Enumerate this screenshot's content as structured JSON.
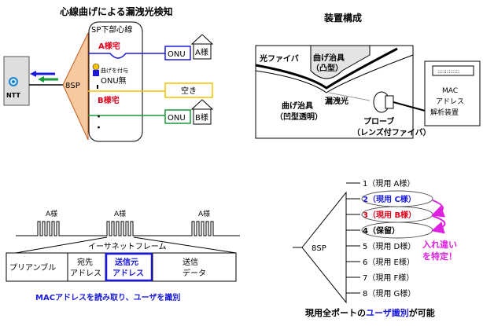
{
  "left_top": {
    "title": "心線曲げによる漏洩光検知",
    "sp_label": "SP下部心線",
    "house_a": "A様宅",
    "bend_note": "曲げを付与",
    "onu_none": "ONU無",
    "house_b": "B様宅",
    "splitter": "8SP",
    "ntt": "NTT",
    "onu": "ONU",
    "user_a": "A様",
    "empty": "空き",
    "user_b": "B様"
  },
  "right_top": {
    "title": "装置構成",
    "fiber": "光ファイバ",
    "jig_convex_1": "曲げ治具",
    "jig_convex_2": "（凸型）",
    "jig_concave_1": "曲げ治具",
    "jig_concave_2": "（凹型透明）",
    "leak": "漏洩光",
    "probe_1": "プローブ",
    "probe_2": "（レンズ付ファイバ）",
    "device_1": "MAC",
    "device_2": "アドレス",
    "device_3": "解析装置"
  },
  "left_bottom": {
    "pulse_labels": [
      "A様",
      "A様",
      "A様"
    ],
    "frame_title": "イーサネットフレーム",
    "fields": [
      {
        "l1": "プリアンブル",
        "l2": ""
      },
      {
        "l1": "宛先",
        "l2": "アドレス"
      },
      {
        "l1": "送信元",
        "l2": "アドレス"
      },
      {
        "l1": "送信",
        "l2": "データ"
      }
    ],
    "caption": "MACアドレスを読み取り、ユーザを識別"
  },
  "right_bottom": {
    "splitter": "8SP",
    "ports": [
      {
        "label": "1（現用 A様）",
        "color": "#000000"
      },
      {
        "label": "2（現用 C様）",
        "color": "#1a1adc"
      },
      {
        "label": "3（現用 B様）",
        "color": "#e0001a"
      },
      {
        "label": "4（保留）",
        "color": "#000000"
      },
      {
        "label": "5（現用 D様）",
        "color": "#000000"
      },
      {
        "label": "6（現用 E様）",
        "color": "#000000"
      },
      {
        "label": "7（現用 F様）",
        "color": "#000000"
      },
      {
        "label": "8（現用 G様）",
        "color": "#000000"
      }
    ],
    "note_1": "入れ違い",
    "note_2": "を特定！",
    "caption_pre": "現用全ポートの",
    "caption_hl": "ユーザ識別",
    "caption_post": "が可能"
  },
  "colors": {
    "red": "#e0001a",
    "blue": "#1a1adc",
    "green": "#1a9a3a",
    "yellow": "#f2c200",
    "orange": "#f7c9a0",
    "magenta": "#e020e0"
  }
}
